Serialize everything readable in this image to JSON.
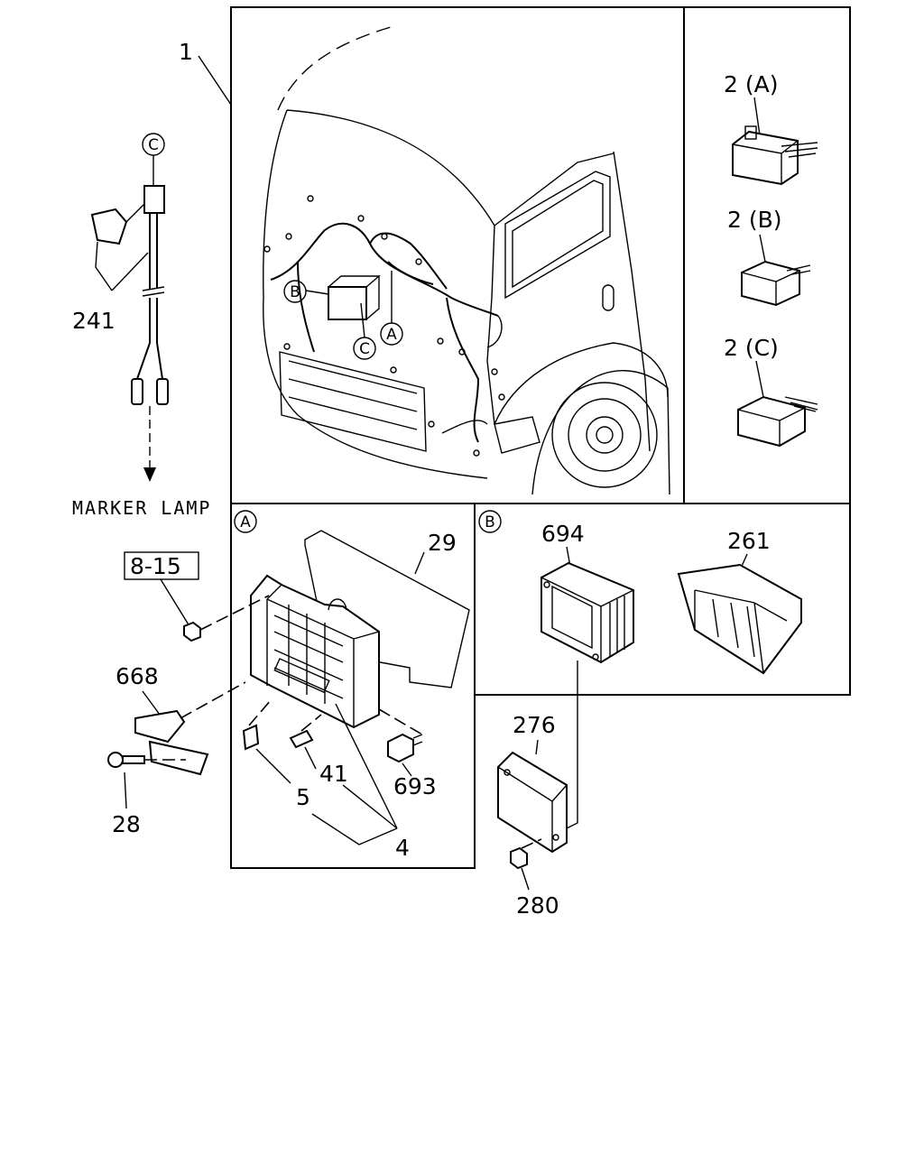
{
  "labels": {
    "p1": "1",
    "p241": "241",
    "circle_c_top": "C",
    "marker_lamp": "MARKER LAMP",
    "ref_box": "8-15",
    "p668": "668",
    "p28": "28",
    "p29": "29",
    "p5": "5",
    "p41": "41",
    "p4": "4",
    "p693": "693",
    "p694": "694",
    "p261": "261",
    "p276": "276",
    "p280": "280",
    "p2a": "2 (A)",
    "p2b": "2 (B)",
    "p2c": "2 (C)",
    "callout_b_main": "B",
    "callout_c_main": "C",
    "callout_a_main": "A",
    "section_a": "A",
    "section_b": "B"
  }
}
